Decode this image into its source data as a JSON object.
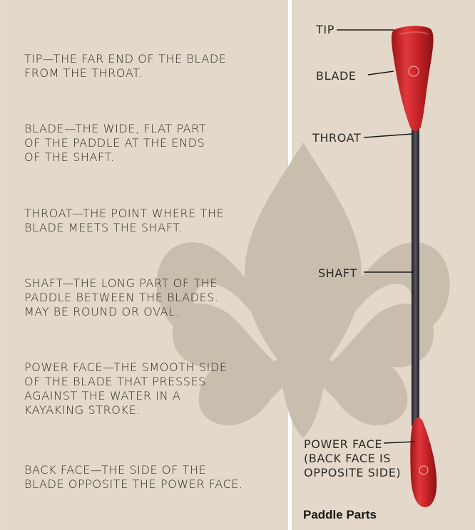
{
  "definitions": [
    {
      "term": "TIP",
      "text": "TIP—THE FAR END OF THE BLADE\nFROM THE THROAT."
    },
    {
      "term": "BLADE",
      "text": "BLADE—THE WIDE, FLAT PART\nOF THE PADDLE AT THE ENDS\nOF THE SHAFT."
    },
    {
      "term": "THROAT",
      "text": "THROAT—THE POINT WHERE THE\nBLADE MEETS THE SHAFT."
    },
    {
      "term": "SHAFT",
      "text": "SHAFT—THE LONG PART OF THE\nPADDLE BETWEEN THE BLADES.\nMAY BE ROUND OR OVAL."
    },
    {
      "term": "POWER FACE",
      "text": "POWER FACE—THE SMOOTH SIDE\nOF THE BLADE THAT PRESSES\nAGAINST THE WATER IN A\nKAYAKING STROKE."
    },
    {
      "term": "BACK FACE",
      "text": "BACK FACE—THE SIDE OF THE\nBLADE OPPOSITE THE POWER FACE."
    }
  ],
  "diagram_labels": {
    "tip": "TIP",
    "blade": "BLADE",
    "throat": "THROAT",
    "shaft": "SHAFT",
    "power_face": "POWER FACE\n(BACK FACE IS\nOPPOSITE SIDE)"
  },
  "caption": "Paddle Parts",
  "colors": {
    "background": "#e3d8c9",
    "watermark": "#c9bdae",
    "blade_red": "#c8252b",
    "shaft": "#3a3a3e",
    "divider": "#ffffff"
  },
  "icons": {
    "watermark": "fleur-de-lis-icon",
    "paddle": "kayak-paddle-icon"
  }
}
